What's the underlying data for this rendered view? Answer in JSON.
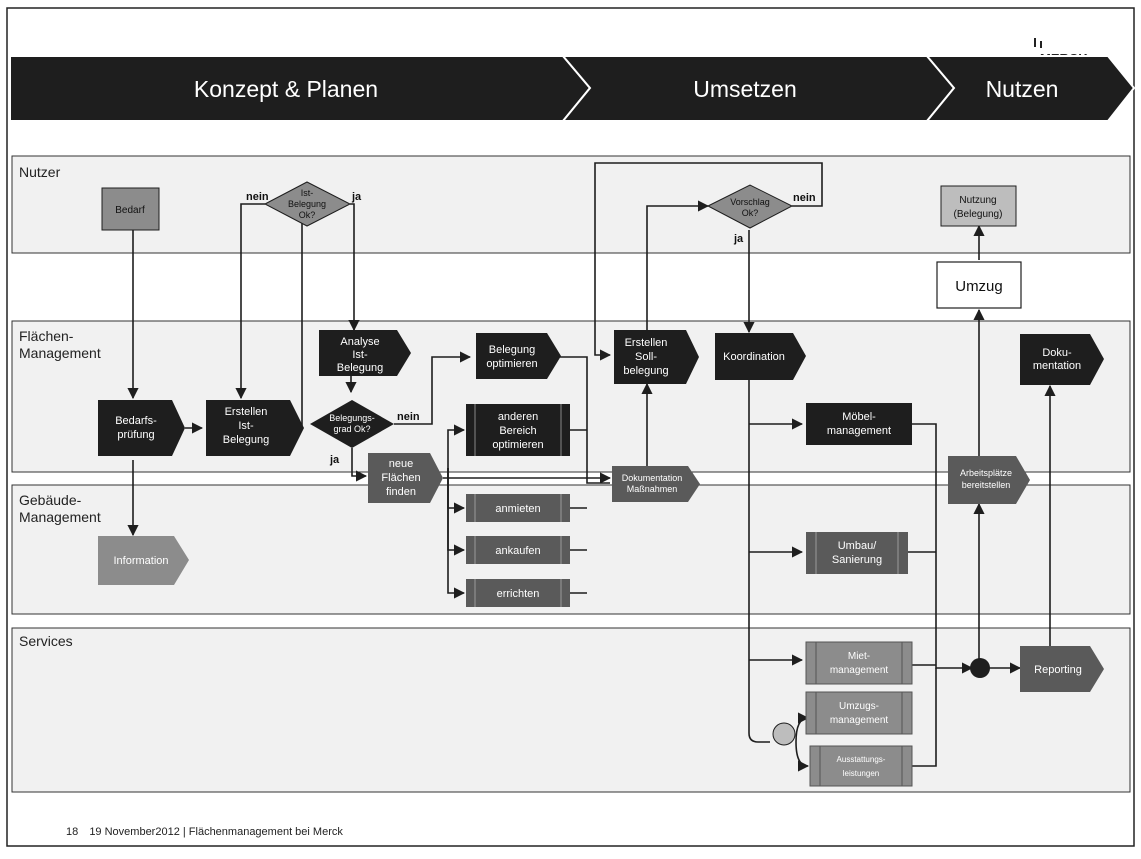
{
  "header": {
    "phase1": "Konzept & Planen",
    "phase2": "Umsetzen",
    "phase3": "Nutzen",
    "logo": "MERCK"
  },
  "lanes": {
    "nutzer": "Nutzer",
    "flaechen1": "Flächen-",
    "flaechen2": "Management",
    "gebaeude1": "Gebäude-",
    "gebaeude2": "Management",
    "services": "Services"
  },
  "nodes": {
    "bedarf": "Bedarf",
    "ist_belegung_ok": [
      "Ist-",
      "Belegung",
      "Ok?"
    ],
    "vorschlag_ok": [
      "Vorschlag",
      "Ok?"
    ],
    "nutzung": [
      "Nutzung",
      "(Belegung)"
    ],
    "umzug": "Umzug",
    "analyse": [
      "Analyse",
      "Ist-",
      "Belegung"
    ],
    "belegung_optimieren": [
      "Belegung",
      "optimieren"
    ],
    "erstellen_soll": [
      "Erstellen",
      "Soll-",
      "belegung"
    ],
    "koordination": "Koordination",
    "dokumentation": [
      "Doku-",
      "mentation"
    ],
    "bedarfspruefung": [
      "Bedarfs-",
      "prüfung"
    ],
    "erstellen_ist": [
      "Erstellen",
      "Ist-",
      "Belegung"
    ],
    "belegungsgrad": [
      "Belegungs-",
      "grad Ok?"
    ],
    "anderen_bereich": [
      "anderen",
      "Bereich",
      "optimieren"
    ],
    "moebel": [
      "Möbel-",
      "management"
    ],
    "neue_flaechen": [
      "neue",
      "Flächen",
      "finden"
    ],
    "doku_massnahmen": [
      "Dokumentation",
      "Maßnahmen"
    ],
    "arbeitsplaetze": [
      "Arbeitsplätze",
      "bereitstellen"
    ],
    "anmieten": "anmieten",
    "ankaufen": "ankaufen",
    "errichten": "errichten",
    "information": "Information",
    "umbau": [
      "Umbau/",
      "Sanierung"
    ],
    "miet": [
      "Miet-",
      "management"
    ],
    "umzugs": [
      "Umzugs-",
      "management"
    ],
    "ausstattung": [
      "Ausstattungs-",
      "leistungen"
    ],
    "reporting": "Reporting"
  },
  "edge_labels": {
    "nein_ist": "nein",
    "ja_ist": "ja",
    "nein_vorschlag": "nein",
    "ja_vorschlag": "ja",
    "nein_grad": "nein",
    "ja_grad": "ja"
  },
  "footer": {
    "page": "18",
    "text": "19 November2012 | Flächenmanagement bei Merck"
  },
  "colors": {
    "dark": "#1e1e1e",
    "mid": "#5a5a5a",
    "gray": "#8c8c8c",
    "light": "#bdbdbd",
    "lane": "#f1f1f1"
  }
}
